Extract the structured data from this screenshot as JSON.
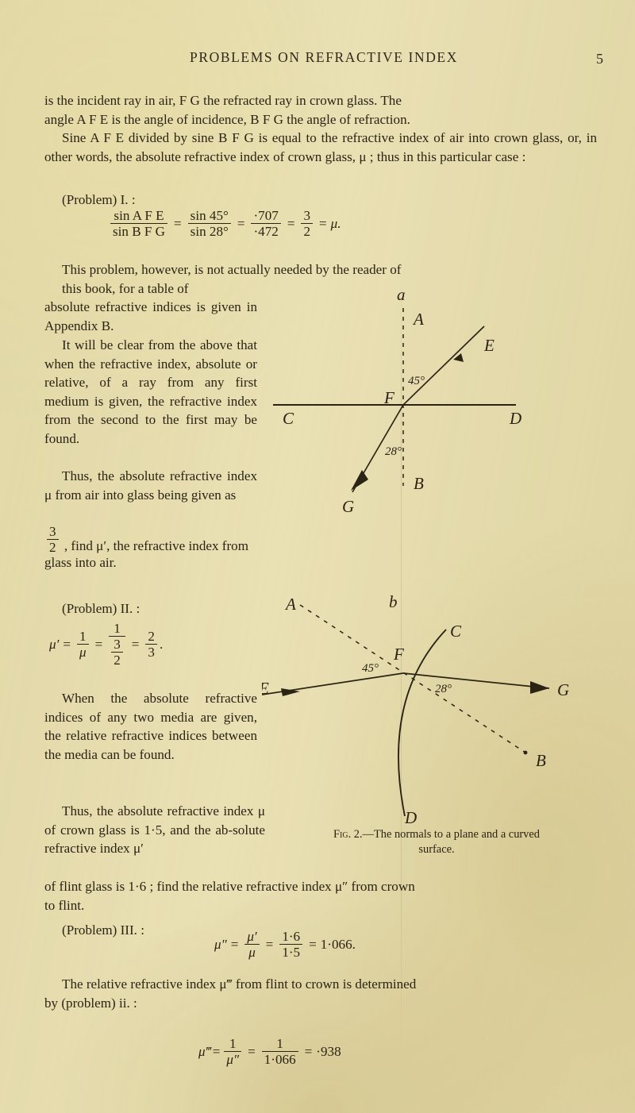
{
  "header": {
    "title": "PROBLEMS ON REFRACTIVE INDEX",
    "folio": "5"
  },
  "body": {
    "para1_line1": "is the incident ray in air, F G the refracted ray in crown glass. The",
    "para1_line2": "angle A F E is the angle of incidence, B F G the angle of refraction.",
    "para2": "Sine A F E divided by sine B F G is equal to the refractive index of air into crown glass, or, in other words, the absolute refractive index of crown glass, μ ; thus in this particular case :",
    "problem1_label": "(Problem) I. :",
    "para3_line1": "This problem, however, is not actually needed by the reader of",
    "para3_line2": "this book, for a table of",
    "col_para3_rest": "absolute refractive indices is given in Appendix B.",
    "col_para4": "It will be clear from the above that when the refractive index, absolute or relative, of a ray from any first medium is given, the refractive index from the second to the first may be found.",
    "col_para5_a": "Thus, the absolute refractive index μ from air into glass being given as",
    "col_para5_b": ", find μ′, the refractive index from glass into air.",
    "col_para5_frac_num": "3",
    "col_para5_frac_den": "2",
    "problem2_label": "(Problem) II. :",
    "col_para6": "When the absolute refractive indices of any two media are given, the relative refractive indices between the media can be found.",
    "col_para7": "Thus, the absolute refractive index μ of crown glass is 1·5, and the ab-solute refractive index μ′",
    "full_para8_line1": "of flint glass is 1·6 ; find the relative refractive index μ″ from crown",
    "full_para8_line2": "to flint.",
    "problem3_label": "(Problem) III. :",
    "para9_line1": "The relative refractive index μ‴ from flint to crown is determined",
    "para9_line2": "by (problem) ii. :"
  },
  "equations": {
    "eq1": {
      "lhs_num": "sin A F E",
      "lhs_den": "sin B F G",
      "eq_a": "=",
      "t2_num": "sin 45°",
      "t2_den": "sin 28°",
      "eq_b": "=",
      "t3_num": "·707",
      "t3_den": "·472",
      "eq_c": "=",
      "t4_num": "3",
      "t4_den": "2",
      "eq_d": "=",
      "result": "μ."
    },
    "eq2": {
      "lhs": "μ′",
      "eq_a": "=",
      "t1_num": "1",
      "t1_den": "μ",
      "eq_b": "=",
      "t2_num": "1",
      "t2_den_num": "3",
      "t2_den_den": "2",
      "eq_c": "=",
      "t3_num": "2",
      "t3_den": "3",
      "period": "."
    },
    "eq3": {
      "lhs": "μ″",
      "eq_a": "=",
      "t1_num": "μ′",
      "t1_den": "μ",
      "eq_b": "=",
      "t2_num": "1·6",
      "t2_den": "1·5",
      "eq_c": "=",
      "result": "1·066."
    },
    "eq4": {
      "lhs": "μ‴",
      "eq_a": "=",
      "t1_num": "1",
      "t1_den": "μ″",
      "eq_b": "=",
      "t2_num": "1",
      "t2_den": "1·066",
      "eq_c": "=",
      "result": "·938"
    }
  },
  "figure": {
    "caption_prefix": "Fig.",
    "caption_number": "2.",
    "caption_text": "—The normals to a plane and a curved",
    "caption_line2": "surface.",
    "panel_a": {
      "panel_label": "a",
      "labels": {
        "A": "A",
        "B": "B",
        "C": "C",
        "D": "D",
        "E": "E",
        "F": "F",
        "G": "G",
        "angle_incidence": "45°",
        "angle_refraction": "28°"
      }
    },
    "panel_b": {
      "panel_label": "b",
      "labels": {
        "A": "A",
        "B": "B",
        "C": "C",
        "D": "D",
        "E": "E",
        "F": "F",
        "G": "G",
        "angle_incidence": "45°",
        "angle_refraction": "28°"
      }
    }
  },
  "colors": {
    "paper": "#e9e1b8",
    "ink": "#2b2414"
  }
}
